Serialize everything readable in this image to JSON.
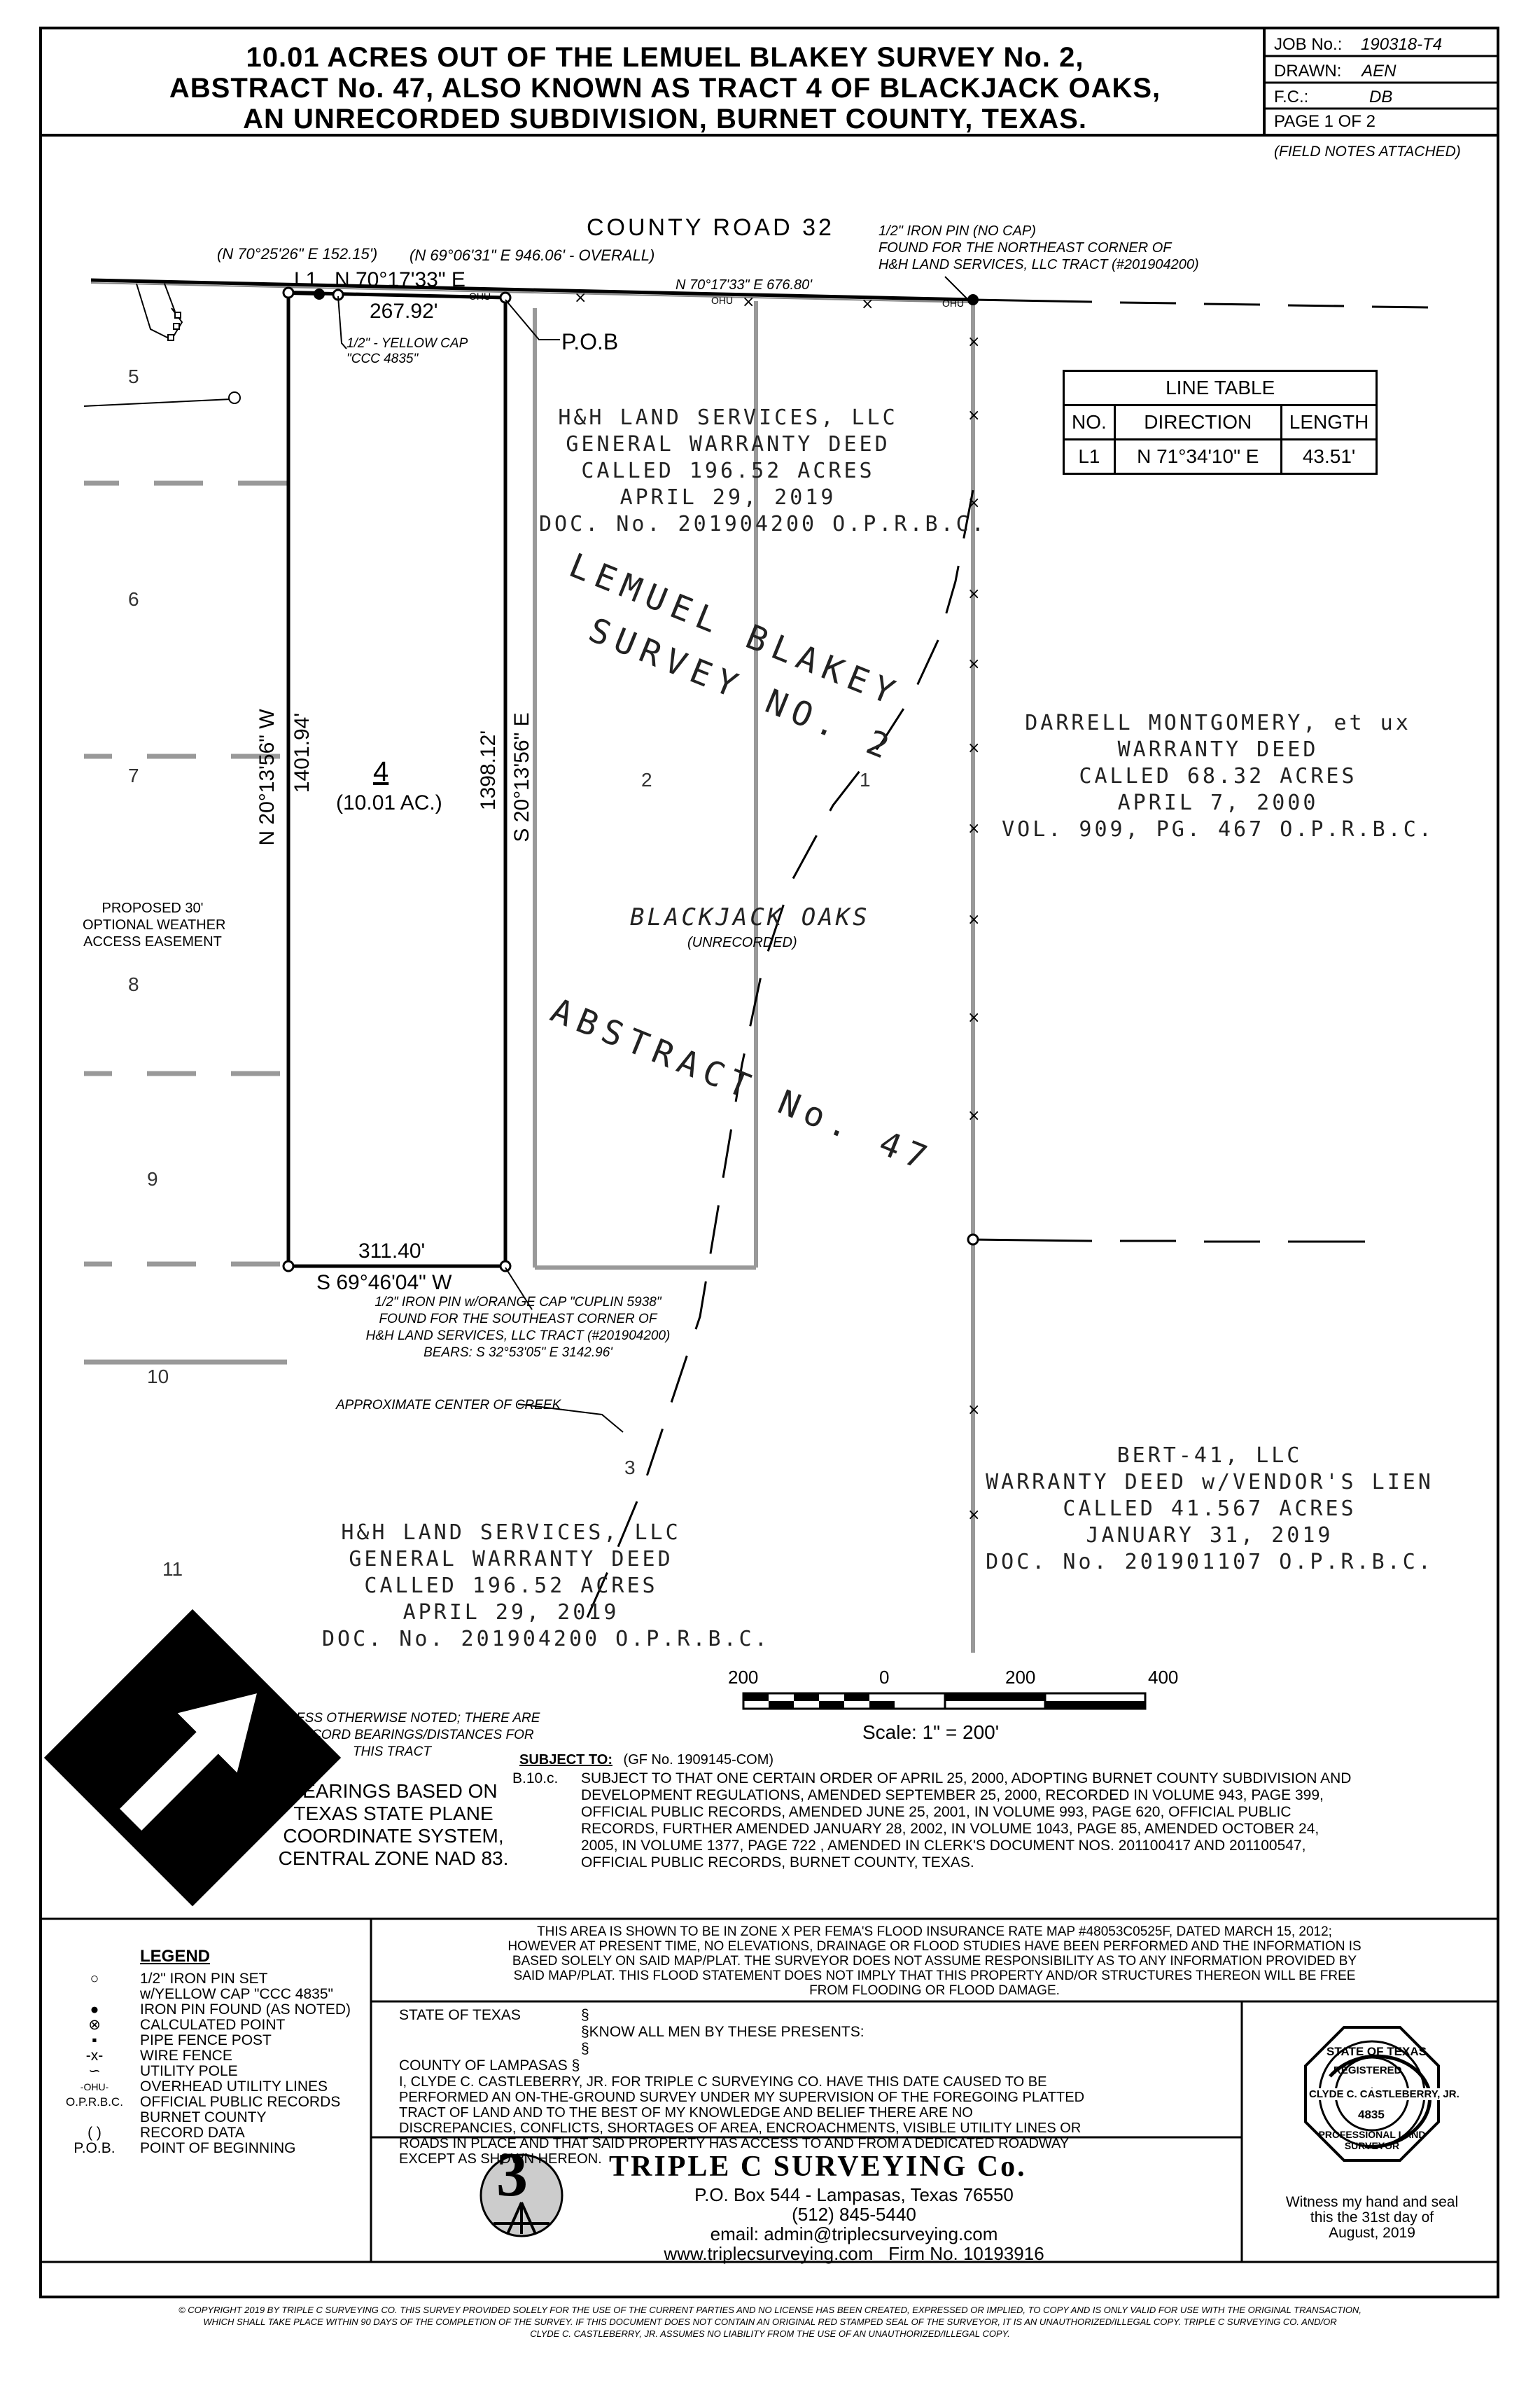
{
  "title": {
    "line1": "10.01 ACRES OUT OF THE LEMUEL BLAKEY SURVEY No. 2,",
    "line2": "ABSTRACT No. 47, ALSO KNOWN AS TRACT 4 OF BLACKJACK OAKS,",
    "line3": "AN UNRECORDED SUBDIVISION, BURNET COUNTY, TEXAS."
  },
  "job_block": {
    "job_label": "JOB No.:",
    "job_value": "190318-T4",
    "drawn_label": "DRAWN:",
    "drawn_value": "AEN",
    "fc_label": "F.C.:",
    "fc_value": "DB",
    "page": "PAGE 1 OF 2",
    "field_notes": "(FIELD NOTES ATTACHED)"
  },
  "map": {
    "road": "COUNTY ROAD 32",
    "ne_pin": [
      "1/2\" IRON PIN (NO CAP)",
      "FOUND FOR THE NORTHEAST CORNER OF",
      "H&H LAND SERVICES, LLC TRACT (#201904200)"
    ],
    "call_1": "(N 70°25'26\" E 152.15')",
    "call_2": "(N 69°06'31\" E 946.06' - OVERALL)",
    "l1": "L1",
    "north_bearing": "N 70°17'33\" E",
    "north_dist": "267.92'",
    "road_bearing": "N 70°17'33\" E 676.80'",
    "yellow_cap": [
      "1/2\" - YELLOW CAP",
      "\"CCC 4835\""
    ],
    "pob": "P.O.B",
    "west_bearing": "N 20°13'56\" W",
    "west_dist": "1401.94'",
    "east_bearing": "S 20°13'56\" E",
    "east_dist": "1398.12'",
    "tract_no": "4",
    "tract_acres": "(10.01 AC.)",
    "south_dist": "311.40'",
    "south_bearing": "S 69°46'04\" W",
    "se_pin": [
      "1/2\" IRON PIN w/ORANGE CAP \"CUPLIN 5938\"",
      "FOUND FOR THE SOUTHEAST CORNER OF",
      "H&H LAND SERVICES, LLC TRACT (#201904200)",
      "BEARS:  S 32°53'05\" E  3142.96'"
    ],
    "creek": "APPROXIMATE CENTER OF CREEK",
    "easement": [
      "PROPOSED 30'",
      "OPTIONAL WEATHER",
      "ACCESS EASEMENT"
    ],
    "lots": [
      "5",
      "6",
      "7",
      "8",
      "9",
      "10",
      "11",
      "2",
      "1",
      "3"
    ],
    "deed_hh_top": [
      "H&H LAND SERVICES, LLC",
      "GENERAL WARRANTY DEED",
      "CALLED 196.52 ACRES",
      "APRIL 29, 2019",
      "DOC. No. 201904200 O.P.R.B.C."
    ],
    "deed_hh_bottom": [
      "H&H LAND SERVICES, LLC",
      "GENERAL WARRANTY DEED",
      "CALLED 196.52 ACRES",
      "APRIL 29, 2019",
      "DOC. No. 201904200 O.P.R.B.C."
    ],
    "deed_montgomery": [
      "DARRELL MONTGOMERY, et ux",
      "WARRANTY DEED",
      "CALLED 68.32 ACRES",
      "APRIL 7, 2000",
      "VOL. 909, PG. 467 O.P.R.B.C."
    ],
    "deed_bert": [
      "BERT-41, LLC",
      "WARRANTY DEED w/VENDOR'S LIEN",
      "CALLED 41.567 ACRES",
      "JANUARY 31, 2019",
      "DOC. No. 201901107 O.P.R.B.C."
    ],
    "survey_1": "LEMUEL BLAKEY",
    "survey_2": "SURVEY NO. 2",
    "subdivision": "BLACKJACK OAKS",
    "unrecorded": "(UNRECORDED)",
    "abstract": "ABSTRACT No. 47",
    "ohu": "OHU",
    "line_table": {
      "title": "LINE TABLE",
      "headers": [
        "NO.",
        "DIRECTION",
        "LENGTH"
      ],
      "rows": [
        [
          "L1",
          "N 71°34'10\" E",
          "43.51'"
        ]
      ]
    }
  },
  "scale": {
    "ticks": [
      "200",
      "0",
      "200",
      "400"
    ],
    "label": "Scale:  1\" = 200'"
  },
  "notes": {
    "no_record": [
      "UNLESS OTHERWISE NOTED; THERE ARE",
      "NO RECORD BEARINGS/DISTANCES FOR",
      "THIS TRACT"
    ],
    "bearings": [
      "BEARINGS BASED ON",
      "TEXAS STATE PLANE",
      "COORDINATE SYSTEM,",
      "CENTRAL ZONE NAD 83."
    ],
    "subject_label": "SUBJECT TO:",
    "subject_gf": "(GF No. 1909145-COM)",
    "subject_code": "B.10.c.",
    "subject_text": [
      "SUBJECT TO THAT ONE CERTAIN ORDER OF APRIL 25, 2000, ADOPTING BURNET COUNTY SUBDIVISION AND",
      "DEVELOPMENT REGULATIONS, AMENDED SEPTEMBER 25, 2000, RECORDED IN VOLUME 943, PAGE 399,",
      "OFFICIAL PUBLIC RECORDS, AMENDED JUNE 25, 2001, IN VOLUME 993, PAGE 620, OFFICIAL PUBLIC",
      "RECORDS, FURTHER AMENDED JANUARY 28, 2002, IN VOLUME 1043, PAGE 85, AMENDED OCTOBER 24,",
      "2005, IN VOLUME 1377, PAGE 722 , AMENDED IN CLERK'S DOCUMENT NOS. 201100417 AND 201100547,",
      "OFFICIAL PUBLIC RECORDS, BURNET COUNTY, TEXAS."
    ]
  },
  "flood": [
    "THIS AREA IS SHOWN TO BE IN ZONE X PER FEMA'S FLOOD INSURANCE RATE MAP #48053C0525F, DATED MARCH 15, 2012;",
    "HOWEVER AT PRESENT TIME, NO ELEVATIONS, DRAINAGE OR FLOOD STUDIES HAVE BEEN PERFORMED AND THE INFORMATION IS",
    "BASED SOLELY ON SAID MAP/PLAT. THE SURVEYOR DOES NOT ASSUME RESPONSIBILITY AS TO ANY INFORMATION PROVIDED BY",
    "SAID MAP/PLAT. THIS FLOOD STATEMENT DOES NOT IMPLY THAT THIS PROPERTY AND/OR STRUCTURES THEREON WILL BE FREE",
    "FROM FLOODING OR FLOOD DAMAGE."
  ],
  "certification": {
    "state": "STATE OF TEXAS",
    "sect1": "§",
    "know": "§KNOW ALL MEN BY THESE PRESENTS:",
    "sect2": "§",
    "county": "COUNTY OF LAMPASAS §",
    "body": [
      "I, CLYDE C. CASTLEBERRY, JR. FOR TRIPLE C SURVEYING CO. HAVE THIS DATE CAUSED TO BE",
      "PERFORMED AN ON-THE-GROUND SURVEY UNDER MY SUPERVISION OF THE FOREGOING PLATTED",
      "TRACT OF LAND AND TO THE BEST OF MY KNOWLEDGE AND BELIEF THERE ARE NO",
      "DISCREPANCIES, CONFLICTS, SHORTAGES OF AREA, ENCROACHMENTS, VISIBLE UTILITY LINES OR",
      "ROADS IN PLACE AND THAT SAID PROPERTY HAS ACCESS TO AND FROM A DEDICATED ROADWAY",
      "EXCEPT AS SHOWN HEREON."
    ]
  },
  "company": {
    "name": "TRIPLE C SURVEYING Co.",
    "address": "P.O. Box 544 - Lampasas, Texas 76550",
    "phone": "(512) 845-5440",
    "email": "email: admin@triplecsurveying.com",
    "web": "www.triplecsurveying.com",
    "firm": "Firm No. 10193916"
  },
  "seal": {
    "top": "STATE OF TEXAS",
    "registered": "REGISTERED",
    "name": "CLYDE C. CASTLEBERRY, JR.",
    "number": "4835",
    "bottom": "PROFESSIONAL LAND SURVEYOR",
    "witness": [
      "Witness my hand and seal",
      "this the 31st day of",
      "August, 2019"
    ]
  },
  "legend": {
    "title": "LEGEND",
    "items": [
      {
        "sym": "○",
        "text": [
          "1/2\" IRON PIN SET",
          "w/YELLOW CAP \"CCC 4835\""
        ]
      },
      {
        "sym": "●",
        "text": [
          "IRON PIN FOUND (AS NOTED)"
        ]
      },
      {
        "sym": "⊗",
        "text": [
          "CALCULATED POINT"
        ]
      },
      {
        "sym": "▪",
        "text": [
          "PIPE FENCE POST"
        ]
      },
      {
        "sym": "-x-",
        "text": [
          "WIRE FENCE"
        ]
      },
      {
        "sym": "∽",
        "text": [
          "UTILITY POLE"
        ]
      },
      {
        "sym": "-OHU-",
        "text": [
          "OVERHEAD UTILITY LINES"
        ]
      },
      {
        "sym": "O.P.R.B.C.",
        "text": [
          "OFFICIAL PUBLIC RECORDS",
          "BURNET COUNTY"
        ]
      },
      {
        "sym": "( )",
        "text": [
          "RECORD DATA"
        ]
      },
      {
        "sym": "P.O.B.",
        "text": [
          "POINT OF BEGINNING"
        ]
      }
    ]
  },
  "copyright": [
    "© COPYRIGHT 2019 BY TRIPLE C SURVEYING CO. THIS SURVEY PROVIDED SOLELY FOR THE USE OF THE CURRENT PARTIES AND NO LICENSE HAS BEEN CREATED, EXPRESSED OR IMPLIED, TO COPY AND IS ONLY VALID FOR USE WITH THE ORIGINAL TRANSACTION,",
    "WHICH SHALL TAKE PLACE WITHIN 90 DAYS OF THE COMPLETION OF THE SURVEY. IF THIS DOCUMENT DOES NOT CONTAIN AN ORIGINAL RED STAMPED SEAL OF THE SURVEYOR, IT IS AN UNAUTHORIZED/ILLEGAL COPY. TRIPLE C SURVEYING CO. AND/OR",
    "CLYDE C. CASTLEBERRY, JR. ASSUMES NO LIABILITY FROM THE USE OF AN UNAUTHORIZED/ILLEGAL COPY."
  ]
}
